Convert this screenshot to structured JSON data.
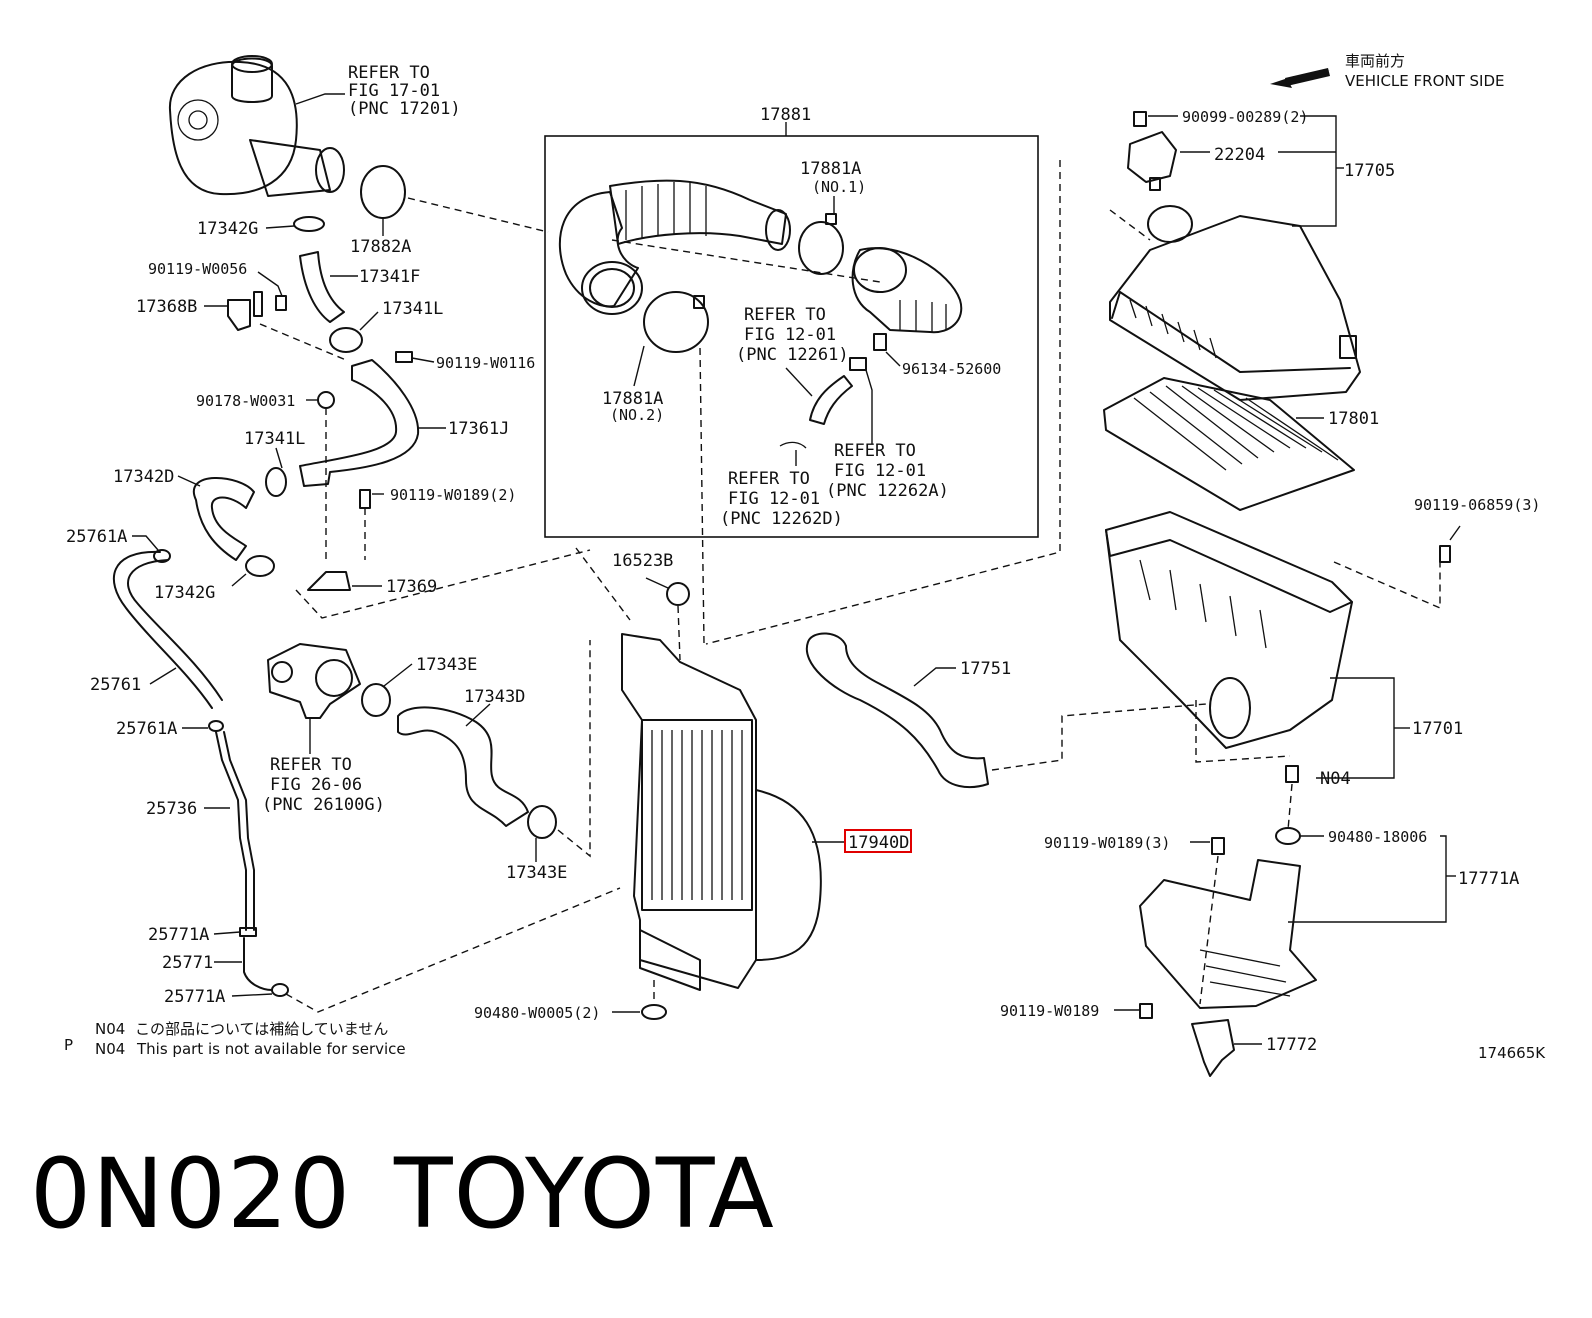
{
  "diagram": {
    "orientation": {
      "jp": "車両前方",
      "en": "VEHICLE FRONT SIDE"
    },
    "box_label": "17881",
    "highlighted_part": "17940D",
    "labels": [
      {
        "id": "refer-17-01-a",
        "text": "REFER TO"
      },
      {
        "id": "refer-17-01-b",
        "text": "FIG 17-01"
      },
      {
        "id": "refer-17-01-c",
        "text": "(PNC 17201)"
      },
      {
        "id": "p-17342G-top",
        "text": "17342G"
      },
      {
        "id": "p-17882A",
        "text": "17882A"
      },
      {
        "id": "p-90119-W0056",
        "text": "90119-W0056"
      },
      {
        "id": "p-17341F",
        "text": "17341F"
      },
      {
        "id": "p-17368B",
        "text": "17368B"
      },
      {
        "id": "p-17341L-top",
        "text": "17341L"
      },
      {
        "id": "p-90119-W0116",
        "text": "90119-W0116"
      },
      {
        "id": "p-90178-W0031",
        "text": "90178-W0031"
      },
      {
        "id": "p-17361J",
        "text": "17361J"
      },
      {
        "id": "p-17341L-mid",
        "text": "17341L"
      },
      {
        "id": "p-17342D",
        "text": "17342D"
      },
      {
        "id": "p-90119-W0189-2",
        "text": "90119-W0189(2)"
      },
      {
        "id": "p-25761A-top",
        "text": "25761A"
      },
      {
        "id": "p-17342G-mid",
        "text": "17342G"
      },
      {
        "id": "p-17369",
        "text": "17369"
      },
      {
        "id": "p-25761",
        "text": "25761"
      },
      {
        "id": "p-17343E-top",
        "text": "17343E"
      },
      {
        "id": "p-17343D",
        "text": "17343D"
      },
      {
        "id": "p-25761A-mid",
        "text": "25761A"
      },
      {
        "id": "refer-26-06-a",
        "text": "REFER TO"
      },
      {
        "id": "refer-26-06-b",
        "text": "FIG 26-06"
      },
      {
        "id": "refer-26-06-c",
        "text": "(PNC 26100G)"
      },
      {
        "id": "p-25736",
        "text": "25736"
      },
      {
        "id": "p-17343E-bot",
        "text": "17343E"
      },
      {
        "id": "p-25771A-top",
        "text": "25771A"
      },
      {
        "id": "p-25771",
        "text": "25771"
      },
      {
        "id": "p-25771A-bot",
        "text": "25771A"
      },
      {
        "id": "p-17881A-no1",
        "text": "17881A"
      },
      {
        "id": "p-17881A-no1-sub",
        "text": "(NO.1)"
      },
      {
        "id": "p-17881A-no2",
        "text": "17881A"
      },
      {
        "id": "p-17881A-no2-sub",
        "text": "(NO.2)"
      },
      {
        "id": "refer-12-01-a1",
        "text": "REFER TO"
      },
      {
        "id": "refer-12-01-a2",
        "text": "FIG 12-01"
      },
      {
        "id": "refer-12-01-a3",
        "text": "(PNC 12261)"
      },
      {
        "id": "p-96134-52600",
        "text": "96134-52600"
      },
      {
        "id": "refer-12-01-b1",
        "text": "REFER TO"
      },
      {
        "id": "refer-12-01-b2",
        "text": "FIG 12-01"
      },
      {
        "id": "refer-12-01-b3",
        "text": "(PNC 12262A)"
      },
      {
        "id": "refer-12-01-c1",
        "text": "REFER TO"
      },
      {
        "id": "refer-12-01-c2",
        "text": "FIG 12-01"
      },
      {
        "id": "refer-12-01-c3",
        "text": "(PNC 12262D)"
      },
      {
        "id": "p-16523B",
        "text": "16523B"
      },
      {
        "id": "p-17751",
        "text": "17751"
      },
      {
        "id": "p-90480-W0005-2",
        "text": "90480-W0005(2)"
      },
      {
        "id": "p-90099-00289-2",
        "text": "90099-00289(2)"
      },
      {
        "id": "p-22204",
        "text": "22204"
      },
      {
        "id": "p-17705",
        "text": "17705"
      },
      {
        "id": "p-17801",
        "text": "17801"
      },
      {
        "id": "p-90119-06859-3",
        "text": "90119-06859(3)"
      },
      {
        "id": "p-17701",
        "text": "17701"
      },
      {
        "id": "p-N04",
        "text": "N04"
      },
      {
        "id": "p-90119-W0189-3",
        "text": "90119-W0189(3)"
      },
      {
        "id": "p-90480-18006",
        "text": "90480-18006"
      },
      {
        "id": "p-17771A",
        "text": "17771A"
      },
      {
        "id": "p-90119-W0189",
        "text": "90119-W0189"
      },
      {
        "id": "p-17772",
        "text": "17772"
      }
    ],
    "note": {
      "marker": "P",
      "code1": "N04",
      "jp": "この部品については補給していません",
      "code2": "N04",
      "en": "This part is not available for service"
    },
    "illustration_number": "174665K"
  },
  "footer": {
    "code": "0N020",
    "brand": "TOYOTA"
  },
  "colors": {
    "line": "#111111",
    "highlight": "#e00000",
    "background": "#ffffff"
  }
}
